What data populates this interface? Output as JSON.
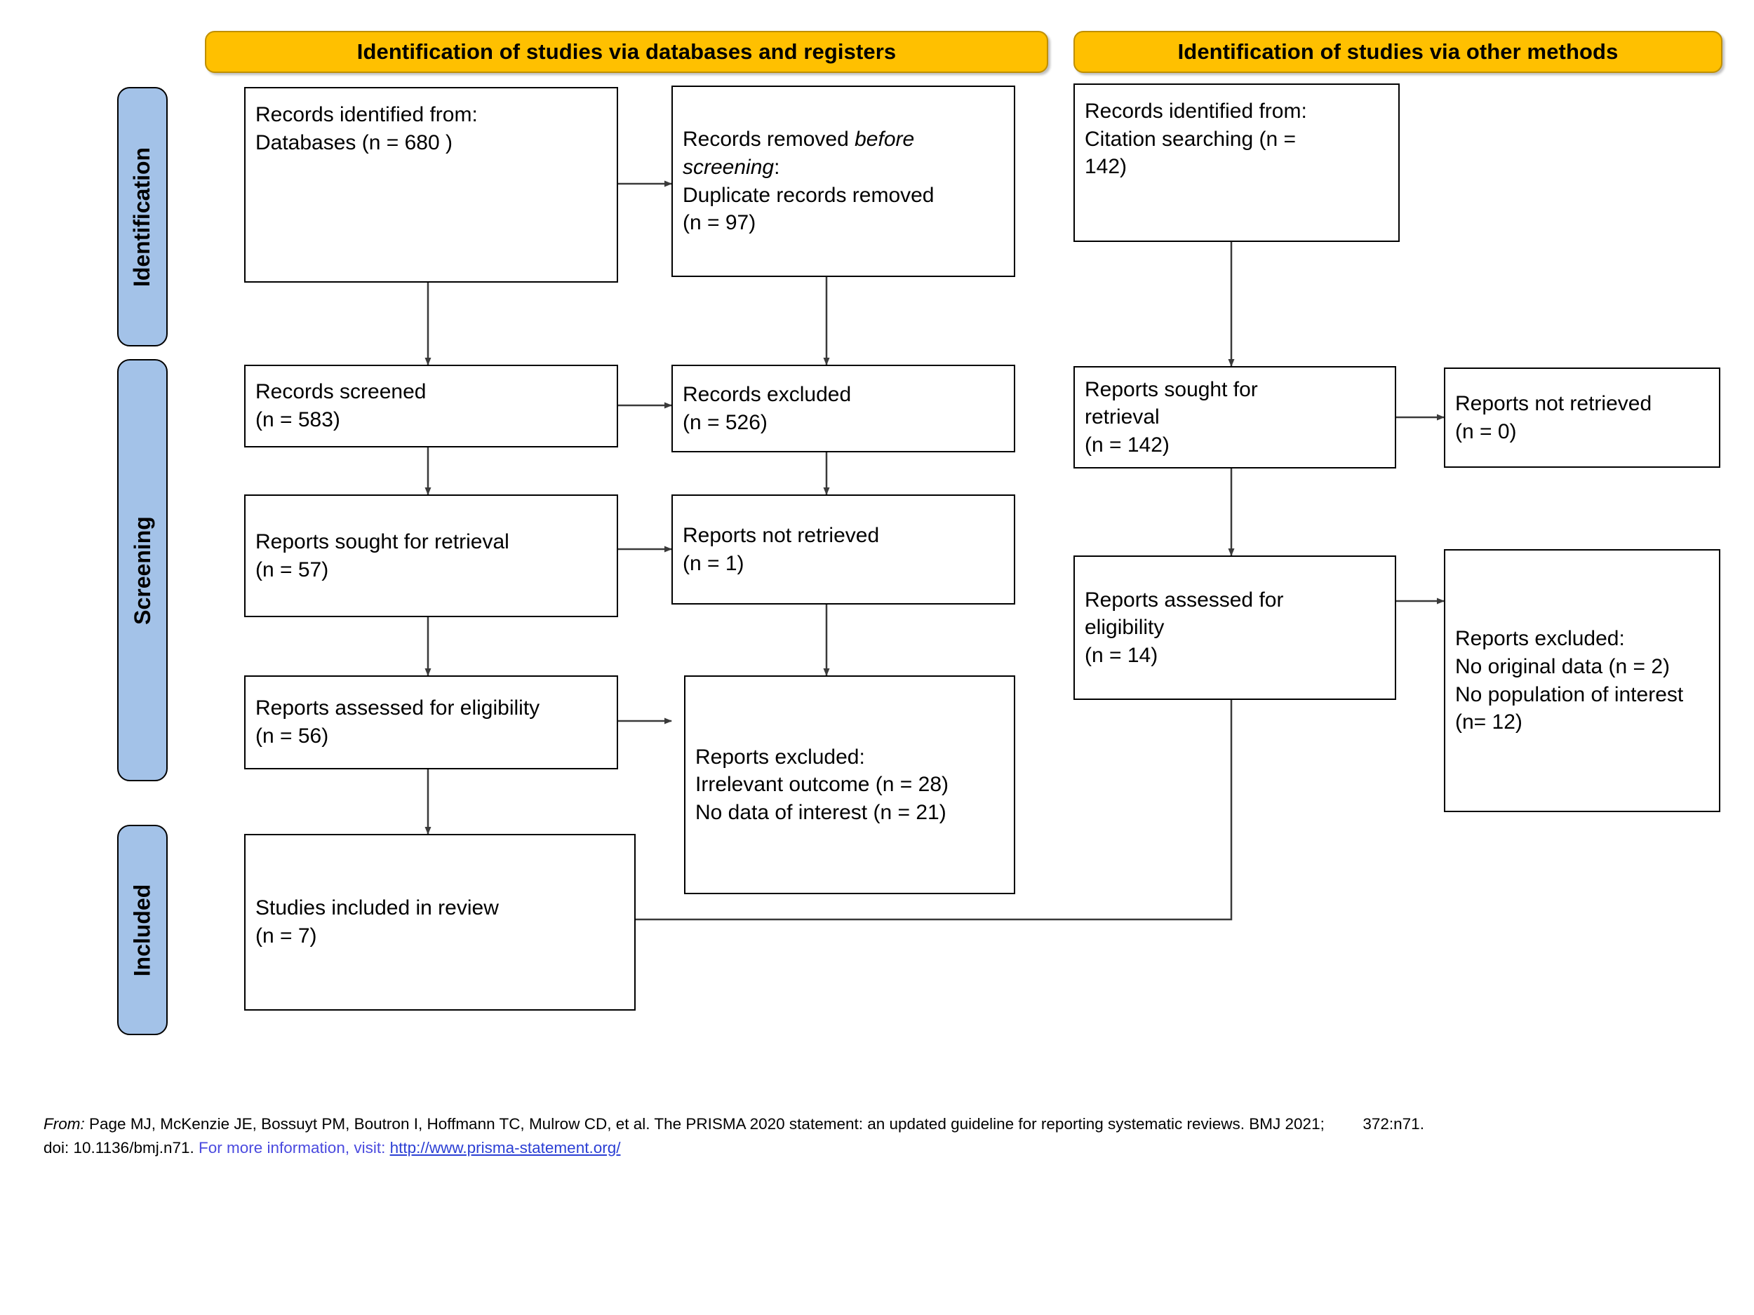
{
  "headers": [
    {
      "id": "databases",
      "label": "Identification of studies via databases and registers"
    },
    {
      "id": "other",
      "label": "Identification of studies via other methods"
    }
  ],
  "stages": [
    {
      "id": "identification",
      "label": "Identification"
    },
    {
      "id": "screening",
      "label": "Screening"
    },
    {
      "id": "included",
      "label": "Included"
    }
  ],
  "boxes": {
    "records_identified": {
      "line1": "Records identified from:",
      "line2": "Databases (n = 680 )"
    },
    "records_removed": {
      "line1_a": "Records removed ",
      "line1_i": "before",
      "line2_i": "screening",
      "line2_a": ":",
      "line3": "Duplicate records removed",
      "line4": "(n = 97)"
    },
    "records_screened": {
      "line1": "Records screened",
      "line2": "(n = 583)"
    },
    "records_excluded": {
      "line1": "Records excluded",
      "line2": "(n = 526)"
    },
    "reports_sought": {
      "line1": "Reports sought for retrieval",
      "line2": "(n = 57)"
    },
    "reports_not_retrieved": {
      "line1": "Reports not retrieved",
      "line2": "(n = 1)"
    },
    "reports_assessed": {
      "line1": "Reports assessed for eligibility",
      "line2": "(n = 56)"
    },
    "reports_excluded": {
      "line1": "Reports excluded:",
      "line2": "Irrelevant outcome (n = 28)",
      "line3": "No data of interest (n = 21)"
    },
    "studies_included": {
      "line1": "Studies included in review",
      "line2": "(n = 7)"
    },
    "other_identified": {
      "line1": "Records identified from:",
      "line2": "Citation searching (n =",
      "line3": "142)"
    },
    "other_sought": {
      "line1": "Reports sought for",
      "line2": "retrieval",
      "line3": "(n = 142)"
    },
    "other_not_retrieved": {
      "line1": "Reports not retrieved",
      "line2": "(n = 0)"
    },
    "other_assessed": {
      "line1": "Reports assessed for",
      "line2": "eligibility",
      "line3": "(n = 14)"
    },
    "other_excluded": {
      "line1": "Reports excluded:",
      "line2": "No original data (n = 2)",
      "line3": "No population of interest",
      "line4": "(n= 12)"
    }
  },
  "footer": {
    "from_label": "From:",
    "citation": "Page MJ, McKenzie JE,  Bossuyt PM, Boutron I, Hoffmann TC, Mulrow CD, et al. The PRISMA 2020 statement: an updated guideline for reporting systematic reviews. BMJ 2021;",
    "citation_tail": "372:n71.",
    "doi": "doi: 10.1136/bmj.n71.",
    "visit_text": "For more information, visit:",
    "url": "http://www.prisma-statement.org/"
  },
  "colors": {
    "header_fill": "#FFC000",
    "header_border": "#BF8F00",
    "stage_fill": "#A3C2E8",
    "box_border": "#000000",
    "link": "#2B3FD4"
  }
}
